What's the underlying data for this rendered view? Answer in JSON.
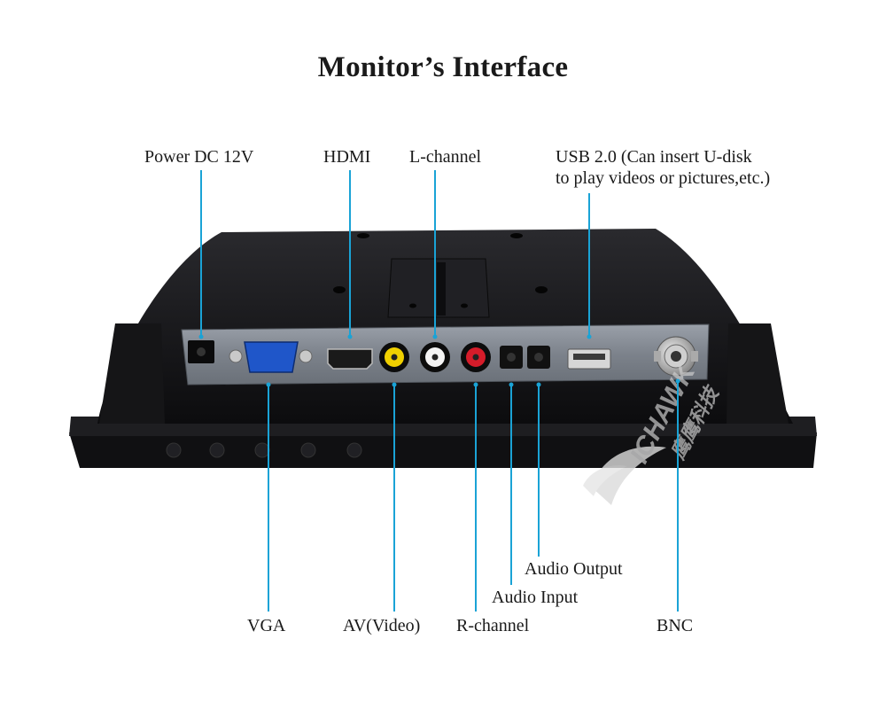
{
  "title": "Monitor’s Interface",
  "labels": {
    "power": "Power DC 12V",
    "hdmi": "HDMI",
    "l_channel": "L-channel",
    "usb": "USB 2.0 (Can insert U-disk\nto play videos or pictures,etc.)",
    "vga": "VGA",
    "av_video": "AV(Video)",
    "r_channel": "R-channel",
    "audio_input": "Audio Input",
    "audio_output": "Audio Output",
    "bnc": "BNC"
  },
  "watermark": {
    "brand": "ICHAWK",
    "chinese": "鹰鹰科技"
  },
  "colors": {
    "leader_line": "#1aa3d6",
    "monitor_body": "#1c1c1e",
    "port_panel": "#8a8f99"
  }
}
